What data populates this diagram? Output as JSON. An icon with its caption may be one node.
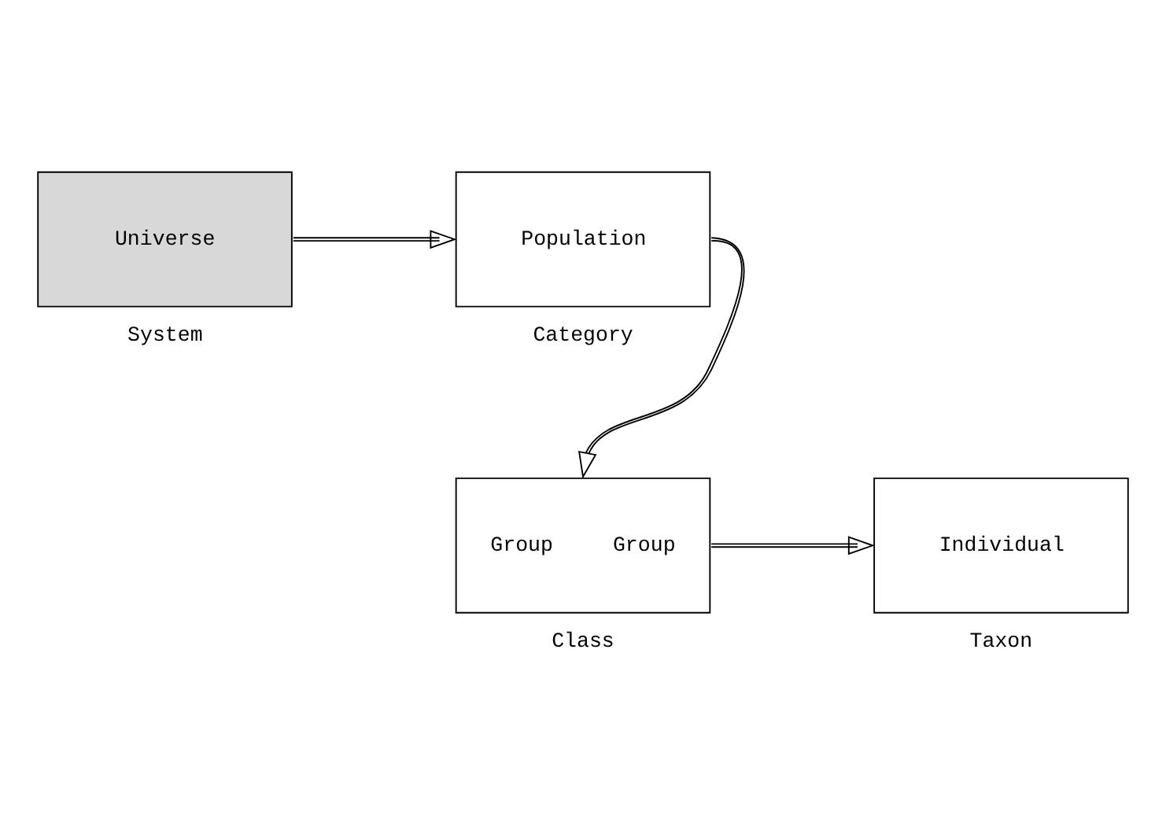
{
  "diagram": {
    "nodes": [
      {
        "text": [
          "Universe"
        ],
        "beside": [
          "System"
        ]
      },
      {
        "text": [
          "Population"
        ],
        "beside": [
          "Category"
        ]
      },
      {
        "text": [
          "Group",
          "Group"
        ],
        "beside": [
          "Class"
        ]
      },
      {
        "text": [
          "Individual"
        ],
        "beside": [
          "Taxon"
        ]
      }
    ],
    "edges": [
      {
        "from": 0,
        "to": 1,
        "arrow": "to"
      },
      {
        "from": 1,
        "to": 2,
        "arrow": "to"
      },
      {
        "from": 2,
        "to": 3,
        "arrow": "to"
      }
    ]
  }
}
